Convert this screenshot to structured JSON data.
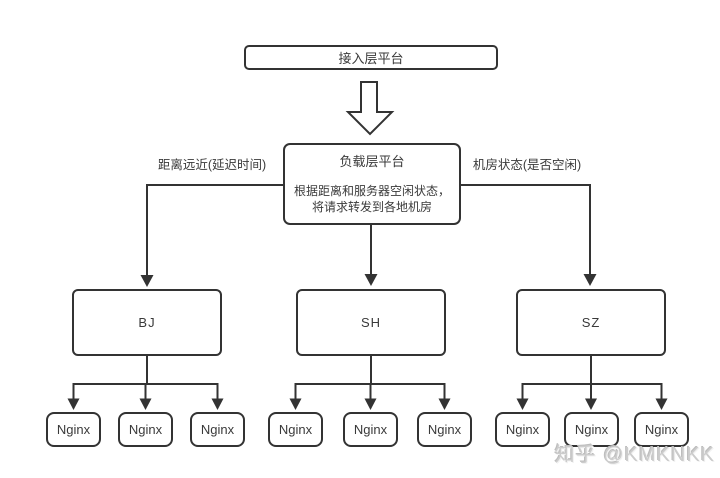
{
  "diagram": {
    "access_layer": {
      "label": "接入层平台"
    },
    "load_layer": {
      "title": "负载层平台",
      "description_line1": "根据距离和服务器空闲状态，",
      "description_line2": "将请求转发到各地机房"
    },
    "annotations": {
      "left_label": "距离远近(延迟时间)",
      "right_label": "机房状态(是否空闲)"
    },
    "datacenters": [
      {
        "label": "BJ"
      },
      {
        "label": "SH"
      },
      {
        "label": "SZ"
      }
    ],
    "server_label": "Nginx",
    "colors": {
      "stroke": "#333333",
      "text": "#3a3a3a",
      "box_fill": "#ffffff",
      "watermark": "#cccccc",
      "background": "#ffffff"
    }
  },
  "watermark": {
    "text": "知乎 @KMKNKK"
  }
}
